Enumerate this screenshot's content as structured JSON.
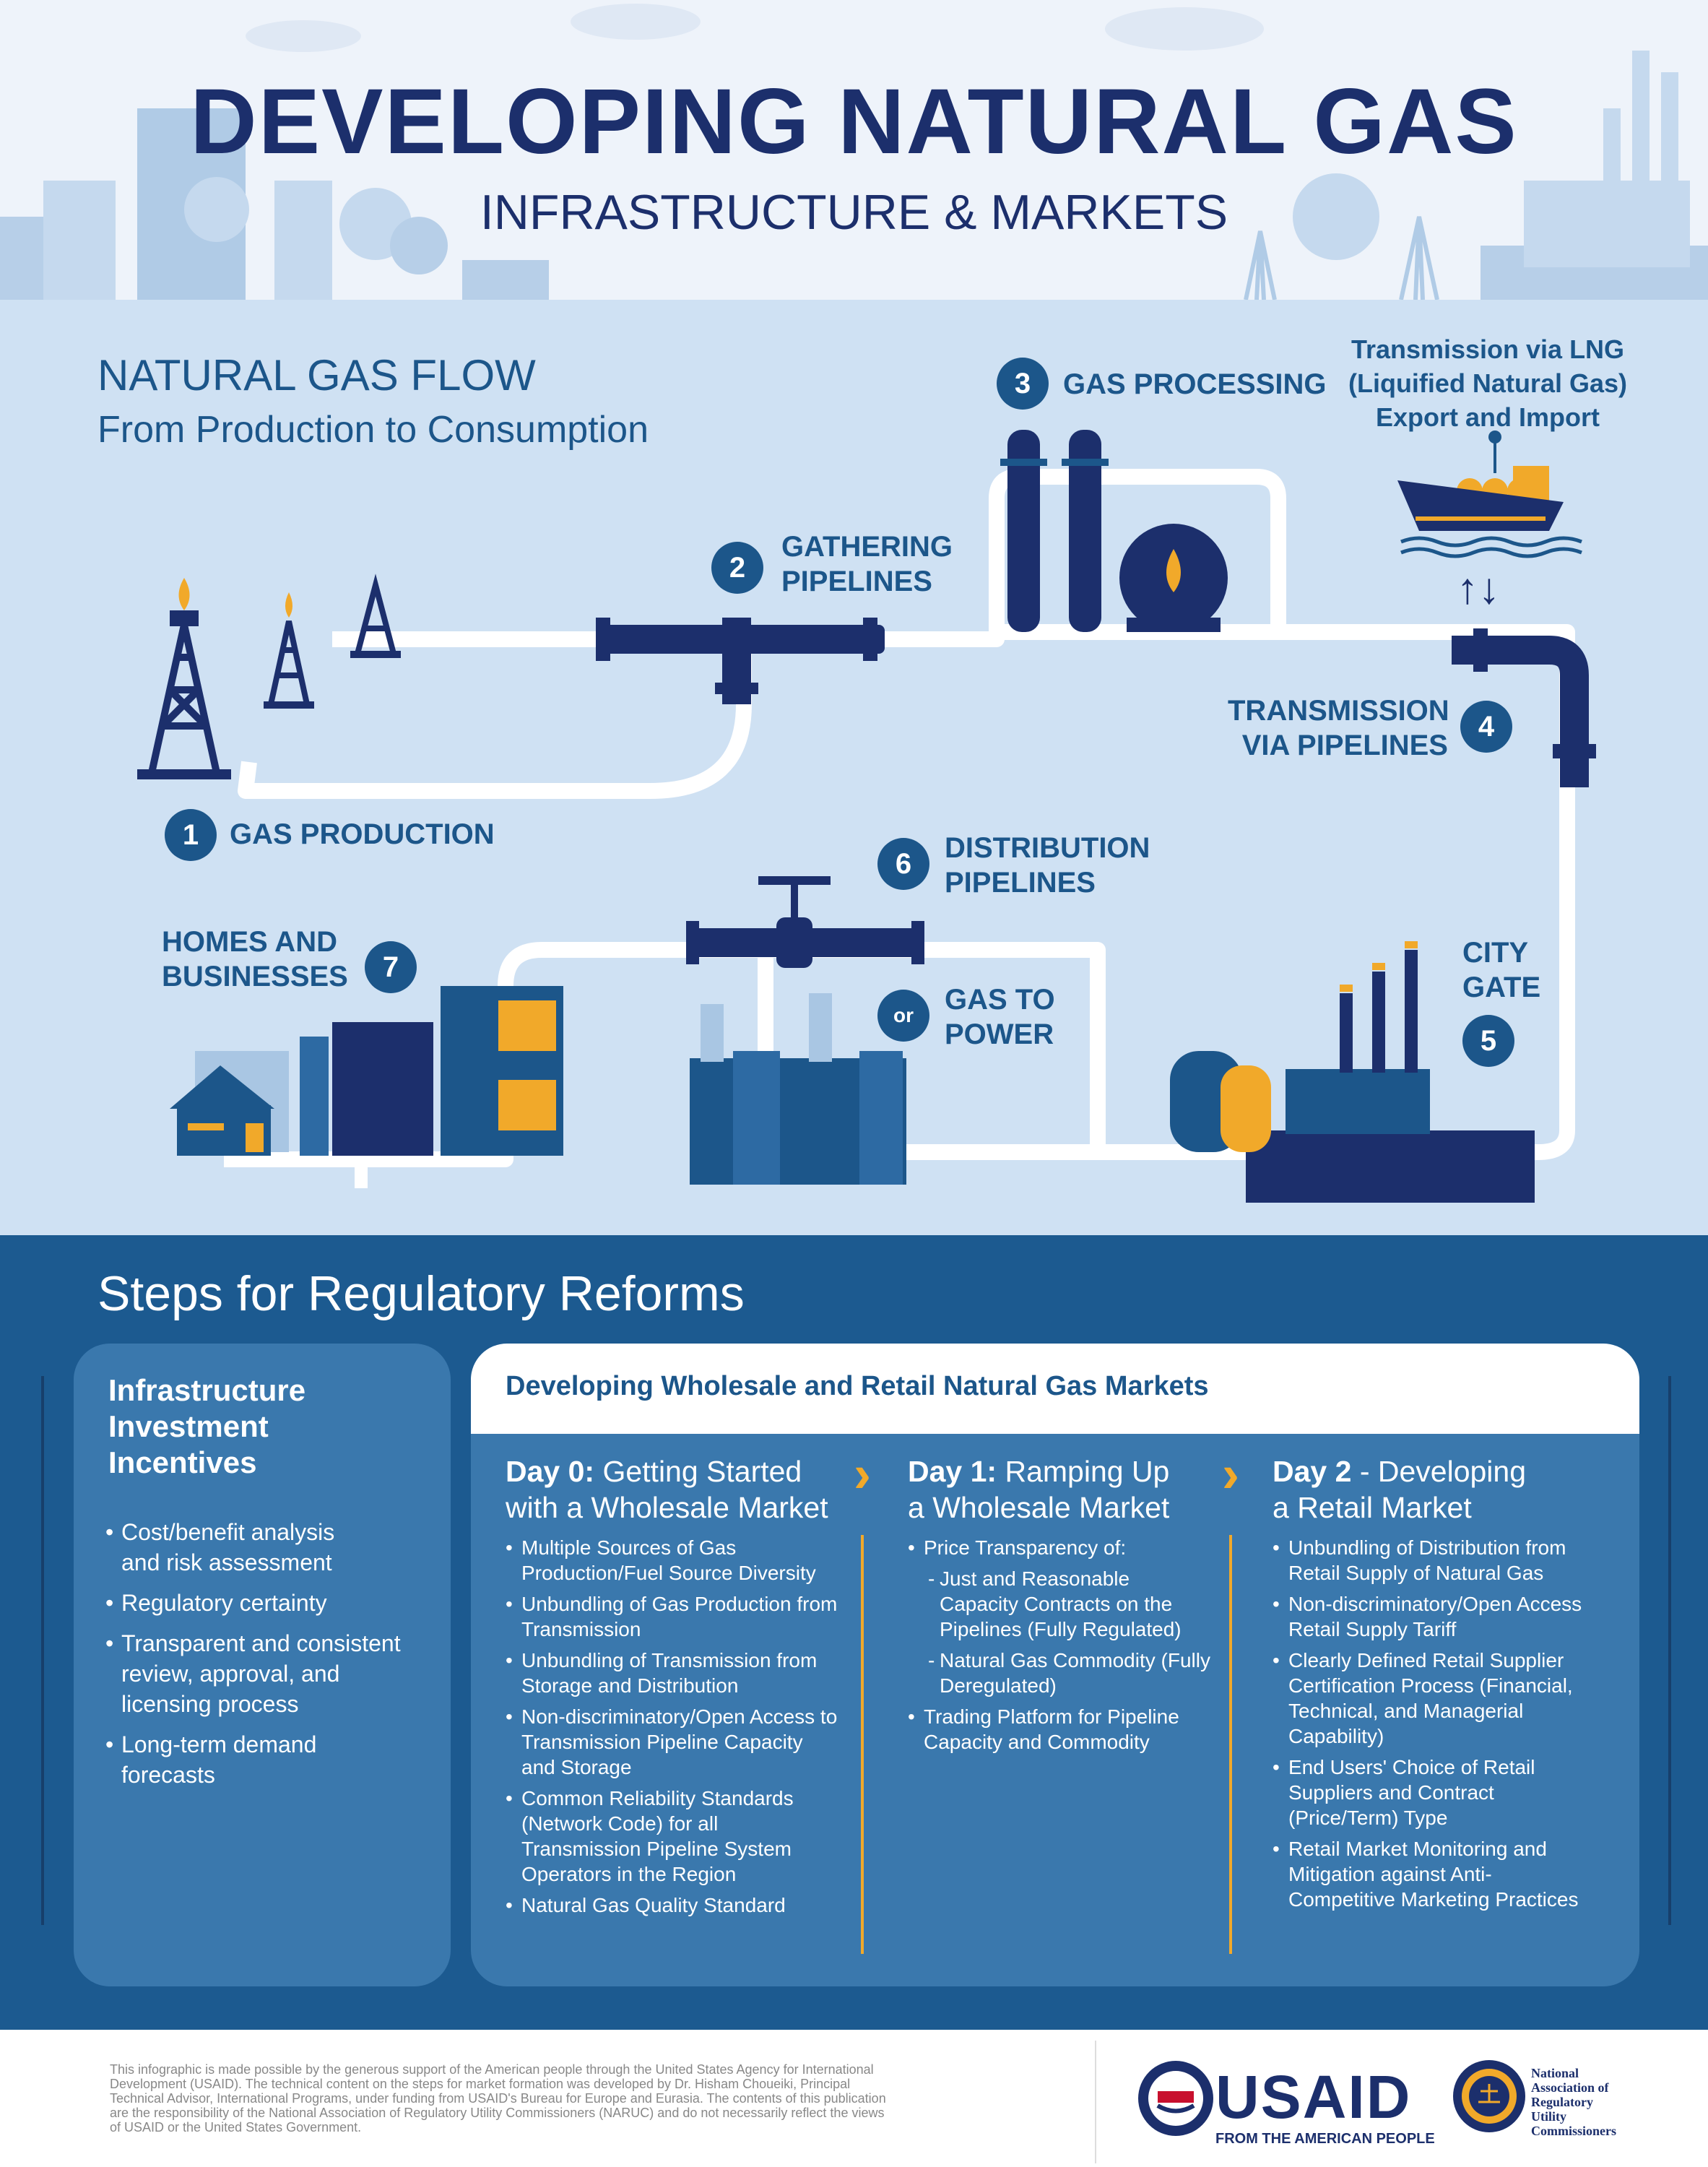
{
  "header": {
    "title": "DEVELOPING NATURAL GAS",
    "subtitle": "INFRASTRUCTURE & MARKETS"
  },
  "flow": {
    "title": "NATURAL GAS FLOW",
    "subtitle": "From Production to Consumption",
    "steps": [
      {
        "num": "1",
        "label": "GAS PRODUCTION"
      },
      {
        "num": "2",
        "label_line1": "GATHERING",
        "label_line2": "PIPELINES"
      },
      {
        "num": "3",
        "label": "GAS PROCESSING"
      },
      {
        "num": "4",
        "label_line1": "TRANSMISSION",
        "label_line2": "VIA PIPELINES"
      },
      {
        "num": "5",
        "label_line1": "CITY",
        "label_line2": "GATE"
      },
      {
        "num": "6",
        "label_line1": "DISTRIBUTION",
        "label_line2": "PIPELINES"
      },
      {
        "num": "7",
        "label_line1": "HOMES AND",
        "label_line2": "BUSINESSES"
      }
    ],
    "or_badge": "or",
    "gas_to_power_line1": "GAS TO",
    "gas_to_power_line2": "POWER",
    "lng_line1": "Transmission via LNG",
    "lng_line2": "(Liquified Natural Gas)",
    "lng_line3": "Export and Import",
    "arrows": "↑↓"
  },
  "reforms": {
    "title": "Steps for Regulatory Reforms",
    "left": {
      "heading_line1": "Infrastructure",
      "heading_line2": "Investment",
      "heading_line3": "Incentives",
      "items": [
        [
          "Cost/benefit analysis",
          "and risk assessment"
        ],
        [
          "Regulatory certainty"
        ],
        [
          "Transparent and consistent",
          "review, approval, and",
          "licensing process"
        ],
        [
          "Long-term demand",
          "forecasts"
        ]
      ]
    },
    "right_heading": "Developing Wholesale and Retail Natural Gas Markets",
    "columns": [
      {
        "day": "Day 0:",
        "title_a": "Getting Started",
        "title_b": "with a Wholesale Market",
        "items": [
          "Multiple Sources of Gas Production/Fuel Source Diversity",
          "Unbundling of Gas Production from Transmission",
          "Unbundling of Transmission from Storage and Distribution",
          "Non-discriminatory/Open Access to Transmission Pipeline Capacity and Storage",
          "Common Reliability Standards (Network Code) for all Transmission Pipeline System Operators in the Region",
          "Natural Gas Quality Standard"
        ]
      },
      {
        "day": "Day 1:",
        "title_a": "Ramping Up",
        "title_b": "a Wholesale Market",
        "items": [
          "Price Transparency of:",
          "Just and Reasonable Capacity Contracts on the Pipelines (Fully Regulated)",
          "Natural Gas Commodity (Fully Deregulated)",
          "Trading Platform for Pipeline Capacity and Commodity"
        ]
      },
      {
        "day": "Day 2",
        "title_a": "- Developing",
        "title_b": "a Retail Market",
        "items": [
          "Unbundling of Distribution from Retail Supply of Natural Gas",
          "Non-discriminatory/Open Access Retail Supply Tariff",
          "Clearly Defined Retail Supplier Certification Process (Financial, Technical, and Managerial Capability)",
          "End Users' Choice of Retail Suppliers and Contract (Price/Term) Type",
          "Retail Market Monitoring and Mitigation against Anti-Competitive Marketing Practices"
        ]
      }
    ]
  },
  "footer": {
    "disclaimer": "This infographic is made possible by the generous support of the American people through the United States Agency for International Development (USAID). The technical content on the steps for market formation was developed by Dr. Hisham Choueiki, Principal Technical Advisor, International Programs, under funding from USAID's Bureau for Europe and Eurasia. The contents of this publication are the responsibility of the National Association of Regulatory Utility Commissioners (NARUC) and do not necessarily reflect the views of USAID or the United States Government.",
    "usaid_name": "USAID",
    "usaid_tagline": "FROM THE AMERICAN PEOPLE",
    "naruc_line1": "National",
    "naruc_line2": "Association of",
    "naruc_line3": "Regulatory",
    "naruc_line4": "Utility",
    "naruc_line5": "Commissioners"
  },
  "colors": {
    "navy": "#1c2f6c",
    "blue": "#1c568a",
    "flow_bg": "#cfe1f3",
    "reforms_bg": "#1c5a90",
    "panel": "#3a78ad",
    "accent": "#f1a92a"
  }
}
